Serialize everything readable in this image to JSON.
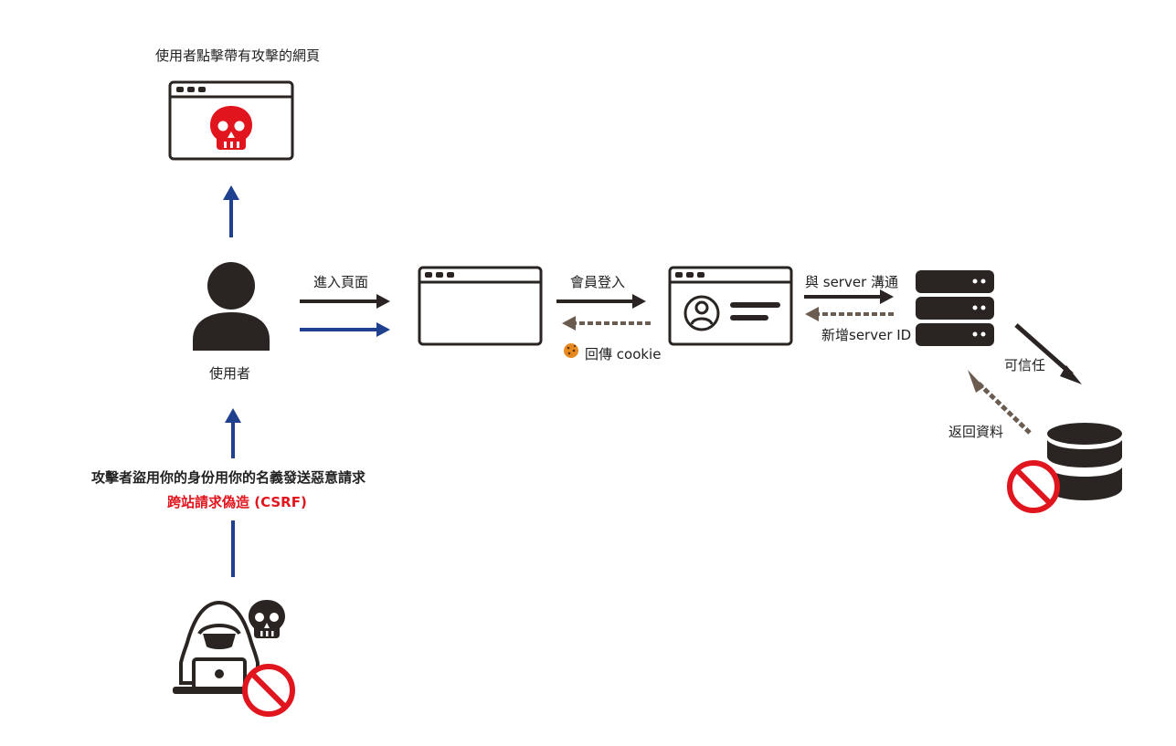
{
  "labels": {
    "malicious_page": "使用者點擊帶有攻擊的網頁",
    "user": "使用者",
    "enter_page": "進入頁面",
    "member_login": "會員登入",
    "return_cookie": "回傳 cookie",
    "talk_to_server": "與 server 溝通",
    "add_server_id": "新增server ID",
    "trusted": "可信任",
    "return_data": "返回資料",
    "attacker_action": "攻擊者盜用你的身份用你的名義發送惡意請求",
    "csrf": "跨站請求偽造 (CSRF)"
  },
  "colors": {
    "dark": "#2a2522",
    "blue": "#1f3f8f",
    "brown": "#6b5c52",
    "red": "#e0151d",
    "cookie": "#e8891f"
  },
  "icons": [
    "user-icon",
    "browser-window-icon",
    "skull-icon",
    "profile-card-icon",
    "server-icon",
    "database-icon",
    "prohibited-icon",
    "hacker-icon",
    "cookie-icon"
  ]
}
